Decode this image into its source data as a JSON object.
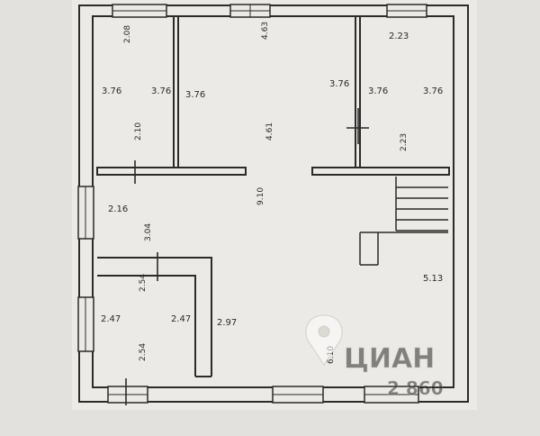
{
  "floor_plan": {
    "dimensions": {
      "room_tl_top": "2.08",
      "room_tl_left": "3.76",
      "room_tl_right": "3.76",
      "room_tl_mid": "2.10",
      "room_c_top": "4.63",
      "room_c_left": "3.76",
      "room_c_right": "3.76",
      "room_c_mid": "4.61",
      "room_tr_top": "2.23",
      "room_tr_left": "3.76",
      "room_tr_right": "3.76",
      "room_tr_mid": "2.23",
      "hall_h": "9.10",
      "hall_left": "2.16",
      "corridor": "3.04",
      "stairs_side": "5.13",
      "room_bl_top": "2.54",
      "room_bl_left": "2.47",
      "room_bl_right": "2.47",
      "room_bl_bottom": "2.54",
      "right_strip": "2.97",
      "bottom_total": "6.10"
    },
    "watermark": {
      "brand": "ЦИАН",
      "number": "2 860"
    }
  }
}
